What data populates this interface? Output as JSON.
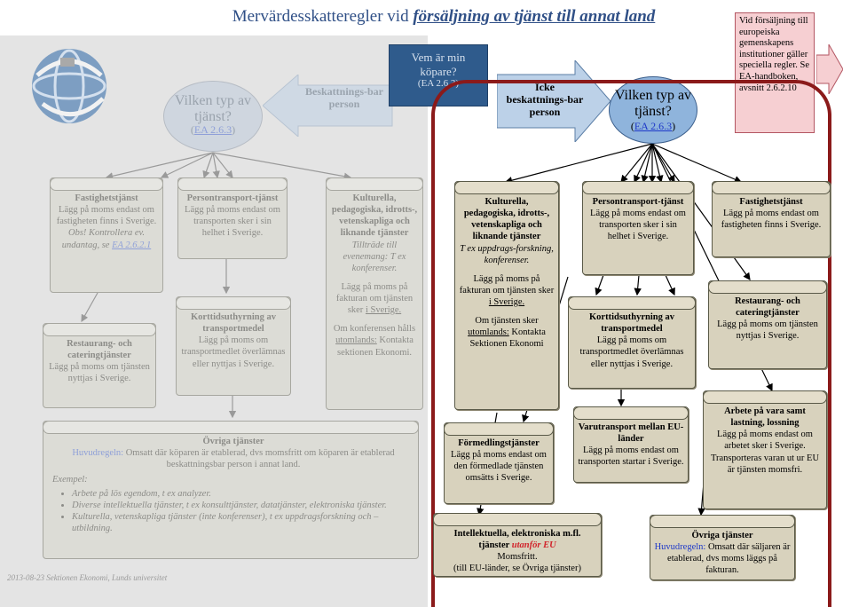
{
  "title": {
    "prefix": "Mervärdesskatteregler vid ",
    "emphasis": "försäljning av tjänst till annat land"
  },
  "notes": {
    "eu_institutions": "Vid försäljning till europeiska gemenskapens institutioner gäller speciella regler. Se EA-handboken, avsnitt 2.6.2.10"
  },
  "center_question": {
    "line1": "Vem är min",
    "line2": "köpare?",
    "ref": "(EA 2.6.3)"
  },
  "left_diagram": {
    "arrow_label": "Beskattnings-bar person",
    "question": "Vilken typ av tjänst?",
    "question_ref": "EA 2.6.3",
    "boxes": {
      "property": {
        "heading": "Fastighetstjänst",
        "text": "Lägg på moms endast om fastigheten finns i Sverige.",
        "note": "Obs! Kontrollera ev. undantag, se",
        "note_ref": "EA 2.6.2.1"
      },
      "passenger": {
        "heading": "Persontransport-tjänst",
        "text": "Lägg på moms endast om transporten sker i sin helhet i Sverige."
      },
      "cultural": {
        "heading": "Kulturella, pedagogiska, idrotts-, vetenskapliga och liknande tjänster",
        "italic": "Tillträde till evenemang: T ex konferenser.",
        "text": "Lägg på moms på fakturan om tjänsten sker",
        "text_ul": "i Sverige.",
        "text2_pre": "Om konferensen hålls",
        "text2_ul": "utomlands:",
        "text2_post": "Kontakta sektionen Ekonomi."
      },
      "rental": {
        "heading": "Korttidsuthyrning av transportmedel",
        "text": "Lägg på moms om transportmedlet överlämnas eller nyttjas i Sverige."
      },
      "restaurant": {
        "heading": "Restaurang- och cateringtjänster",
        "text": "Lägg på moms om tjänsten nyttjas i Sverige."
      },
      "other": {
        "heading": "Övriga tjänster",
        "rule_label": "Huvudregeln:",
        "rule": "Omsatt där köparen är etablerad, dvs momsfritt om köparen är etablerad beskattningsbar person i annat land.",
        "example_label": "Exempel:",
        "examples": [
          "Arbete på lös egendom, t ex analyzer.",
          "Diverse intellektuella tjänster, t ex konsulttjänster, datatjänster, elektroniska tjänster.",
          "Kulturella, vetenskapliga tjänster (inte konferenser), t ex uppdragsforskning och – utbildning."
        ]
      },
      "footer": "2013-08-23 Sektionen Ekonomi, Lunds universitet"
    }
  },
  "right_diagram": {
    "arrow_label": "Icke beskattnings-bar person",
    "question": "Vilken typ av tjänst?",
    "question_ref": "EA 2.6.3",
    "boxes": {
      "cultural": {
        "heading": "Kulturella, pedagogiska, idrotts-, vetenskapliga och liknande tjänster",
        "italic": "T ex uppdrags-forskning, konferenser.",
        "text_pre": "Lägg på moms på fakturan om tjänsten sker",
        "text_ul": "i Sverige.",
        "text2_pre": "Om tjänsten sker",
        "text2_ul": "utomlands:",
        "text2_post": "Kontakta Sektionen Ekonomi"
      },
      "passenger": {
        "heading": "Persontransport-tjänst",
        "text": "Lägg på moms endast om transporten sker i sin helhet i Sverige."
      },
      "property": {
        "heading": "Fastighetstjänst",
        "text": "Lägg på moms endast om fastigheten finns i Sverige."
      },
      "rental": {
        "heading": "Korttidsuthyrning av transportmedel",
        "text": "Lägg på moms om transportmedlet överlämnas eller nyttjas i Sverige."
      },
      "restaurant": {
        "heading": "Restaurang- och cateringtjänster",
        "text": "Lägg på moms om tjänsten nyttjas i Sverige."
      },
      "intermediary": {
        "heading": "Förmedlingstjänster",
        "text": "Lägg på moms endast om den förmedlade tjänsten omsätts i Sverige."
      },
      "goods_transport": {
        "heading": "Varutransport mellan EU-länder",
        "text": "Lägg på moms endast om transporten startar i Sverige."
      },
      "work_goods": {
        "heading": "Arbete på vara samt lastning, lossning",
        "text": "Lägg på moms endast om arbetet sker i Sverige. Transporteras varan ut ur EU är tjänsten momsfri."
      },
      "intellectual": {
        "heading": "Intellektuella, elektroniska m.fl. tjänster",
        "heading_red": "utanför EU",
        "text": "Momsfritt.",
        "text2": "(till EU-länder, se Övriga tjänster)"
      },
      "other": {
        "heading": "Övriga tjänster",
        "rule_label": "Huvudregeln:",
        "rule": "Omsatt där säljaren är etablerad, dvs moms läggs på fakturan."
      }
    }
  }
}
